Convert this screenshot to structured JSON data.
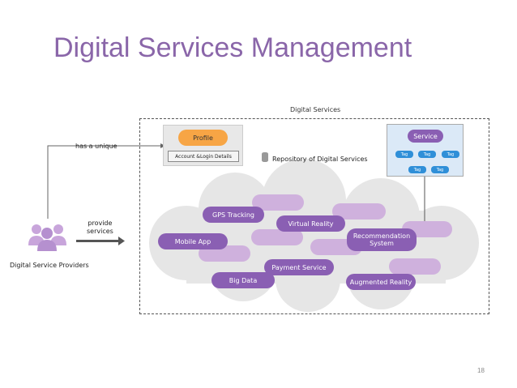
{
  "title": "Digital Services Management",
  "diagram": {
    "container_label": "Digital Services",
    "profile": {
      "label": "Profile",
      "account_label": "Account &Login Details"
    },
    "repository_label": "Repository of Digital Services",
    "service": {
      "label": "Service",
      "tags": [
        "Tag",
        "Tag",
        "Tag",
        "Tag",
        "Tag"
      ]
    },
    "connector_has_unique": "has a unique",
    "connector_provide": "provide\nservices",
    "actor_label": "Digital Service Providers",
    "services": [
      "GPS Tracking",
      "Virtual Reality",
      "Recommendation\nSystem",
      "Mobile App",
      "Payment Service",
      "Big Data",
      "Augmented Reality"
    ]
  },
  "colors": {
    "title": "#8a66a9",
    "pill": "#8a5fb3",
    "pill_light": "#cfb1dd",
    "cloud": "#e6e6e6",
    "profile": "#f7a545",
    "tag": "#2f8fd8",
    "service_panel": "#dbe9f7"
  },
  "page_number": "18"
}
